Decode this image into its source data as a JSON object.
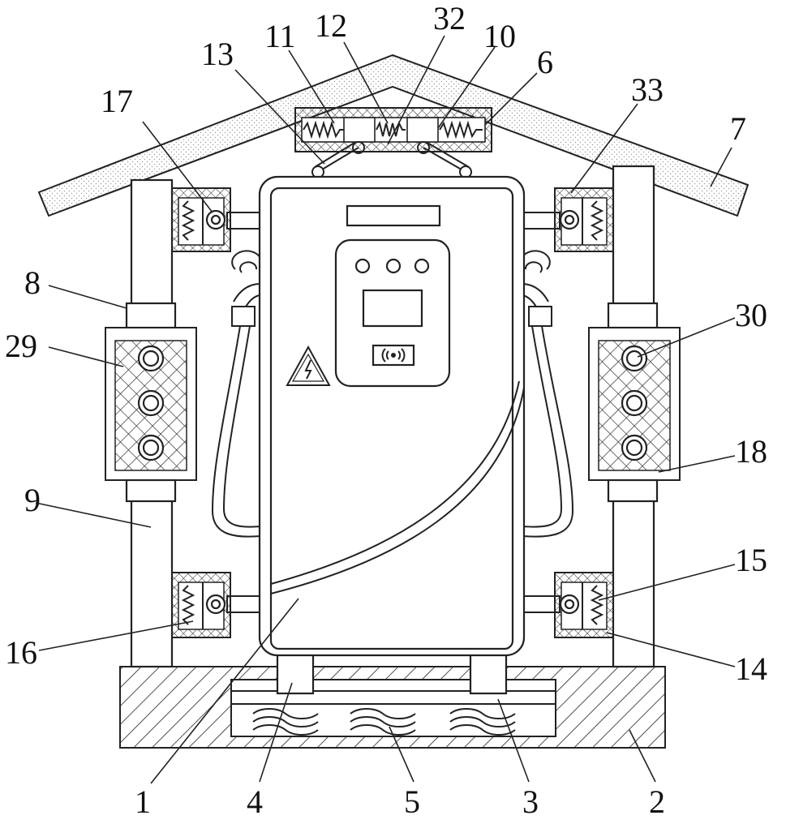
{
  "colors": {
    "line": "#222222",
    "background": "#ffffff"
  },
  "labels": {
    "l1": "1",
    "l2": "2",
    "l3": "3",
    "l4": "4",
    "l5": "5",
    "l6": "6",
    "l7": "7",
    "l8": "8",
    "l9": "9",
    "l10": "10",
    "l11": "11",
    "l12": "12",
    "l13": "13",
    "l14": "14",
    "l15": "15",
    "l16": "16",
    "l17": "17",
    "l18": "18",
    "l29": "29",
    "l30": "30",
    "l32": "32",
    "l33": "33"
  },
  "icons": {
    "warning": "lightning-warning-icon",
    "nfc": "contactless-icon"
  }
}
